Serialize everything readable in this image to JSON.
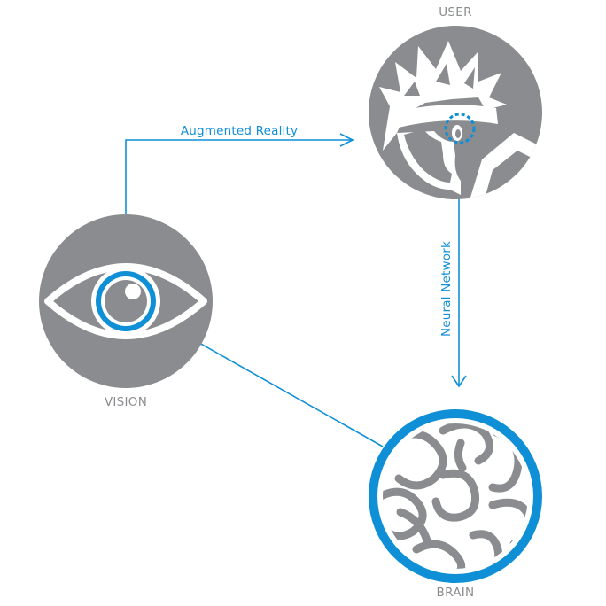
{
  "diagram": {
    "nodes": {
      "user": {
        "label": "USER",
        "icon": "user-head-icon"
      },
      "vision": {
        "label": "VISION",
        "icon": "eye-icon"
      },
      "brain": {
        "label": "BRAIN",
        "icon": "brain-icon"
      }
    },
    "edges": {
      "vision_to_user": {
        "label": "Augmented Reality"
      },
      "user_to_brain": {
        "label": "Neural Network"
      },
      "vision_to_brain": {
        "label": ""
      }
    }
  },
  "colors": {
    "accent": "#0f8fd6",
    "node_fill": "#8a8c8f",
    "label_text": "#8a8c8f",
    "edge_text": "#0f8fd6",
    "background": "#ffffff"
  }
}
